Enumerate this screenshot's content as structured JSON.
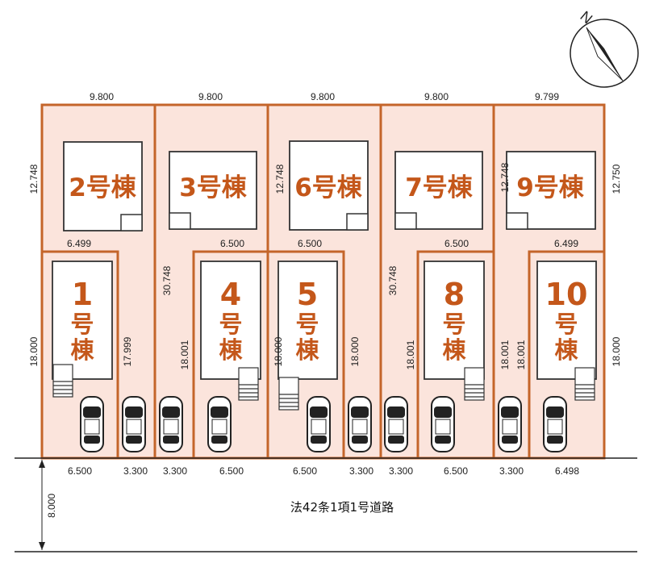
{
  "compass": {
    "label": "N"
  },
  "road": {
    "label": "法42条1項1号道路",
    "width": "8.000"
  },
  "top_widths": [
    "9.800",
    "9.800",
    "9.800",
    "9.800",
    "9.799"
  ],
  "side_top": {
    "left": "12.748",
    "right": "12.750"
  },
  "side_bottom": {
    "left": "18.000",
    "right": "18.000"
  },
  "back_lots": [
    {
      "label": "2号棟"
    },
    {
      "label": "3号棟"
    },
    {
      "label": "6号棟"
    },
    {
      "label": "7号棟"
    },
    {
      "label": "9号棟"
    }
  ],
  "front_lots": [
    {
      "num": "1",
      "suffix": [
        "号",
        "棟"
      ]
    },
    {
      "num": "4",
      "suffix": [
        "号",
        "棟"
      ]
    },
    {
      "num": "5",
      "suffix": [
        "号",
        "棟"
      ]
    },
    {
      "num": "8",
      "suffix": [
        "号",
        "棟"
      ]
    },
    {
      "num": "10",
      "suffix": [
        "号",
        "棟"
      ]
    }
  ],
  "mid_widths": [
    "6.499",
    "6.500",
    "6.500",
    "6.500",
    "6.499"
  ],
  "inner_labels": {
    "d1": "17.999",
    "d2": "30.748",
    "d3": "18.001",
    "d4": "12.748",
    "d5": "18.000",
    "d6": "18.000",
    "d7": "30.748",
    "d8": "18.001",
    "d9": "12.748",
    "d10": "18.001",
    "d11": "18.001"
  },
  "bottom_widths": [
    "6.500",
    "3.300",
    "3.300",
    "6.500",
    "6.500",
    "3.300",
    "3.300",
    "6.500",
    "3.300",
    "6.498"
  ]
}
